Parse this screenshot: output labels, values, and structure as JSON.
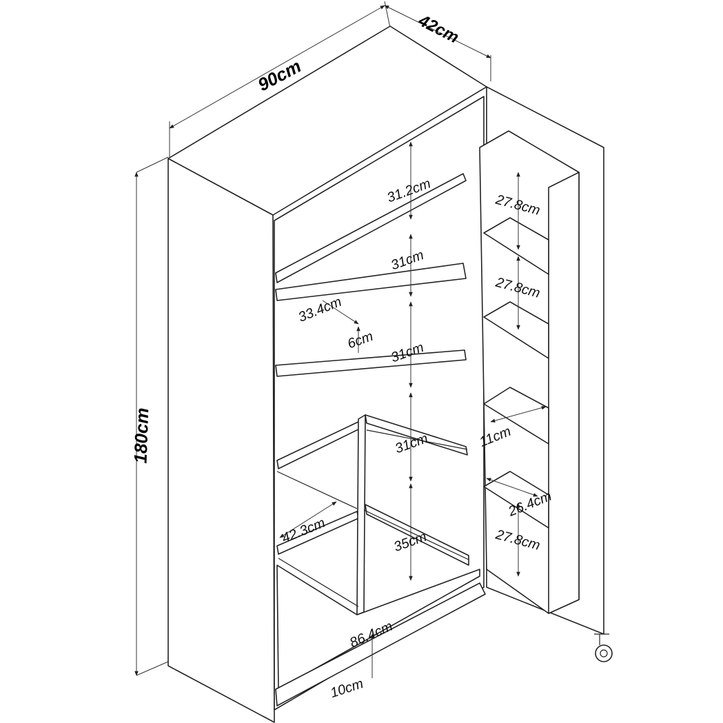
{
  "dimensions": {
    "width": "90cm",
    "depth": "42cm",
    "height": "180cm"
  },
  "cabinet_labels": {
    "top_shelf_gap": "31.2cm",
    "shelf_gap_2": "31cm",
    "shelf_gap_3": "31cm",
    "shelf_gap_4": "31cm",
    "bottom_gap": "35cm",
    "shelf_depth": "33.4cm",
    "shelf_recess": "6cm",
    "small_compartment_width": "42.3cm",
    "inner_width": "86.4cm",
    "plinth_height": "10cm"
  },
  "door_labels": {
    "door_gap_1": "27.8cm",
    "door_gap_2": "27.8cm",
    "door_gap_3": "27.8cm",
    "door_shelf_depth": "11cm",
    "door_shelf_width": "26.4cm"
  }
}
